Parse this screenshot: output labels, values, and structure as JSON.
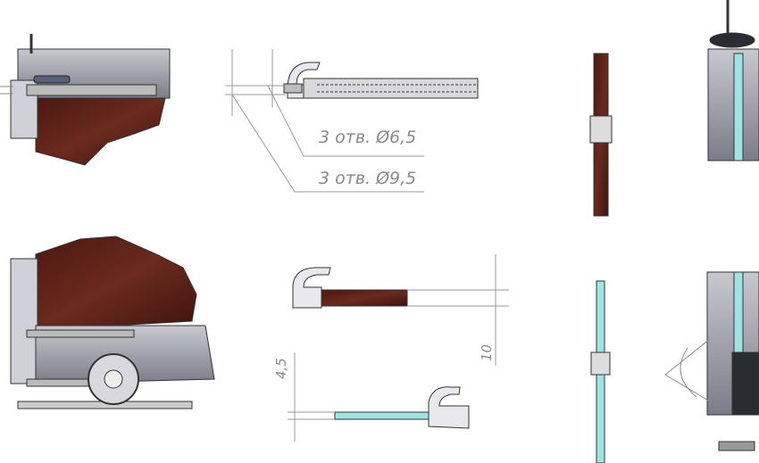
{
  "annotations": {
    "hole_small": "3 отв. Ø6,5",
    "hole_large": "3 отв. Ø9,5",
    "dim_wood_thickness": "10",
    "dim_glass_thickness": "4,5"
  },
  "colors": {
    "wood": "#5a1f16",
    "glass": "#9fe3e3",
    "metal": "#9a9aa6",
    "line": "#8a8a8a"
  }
}
